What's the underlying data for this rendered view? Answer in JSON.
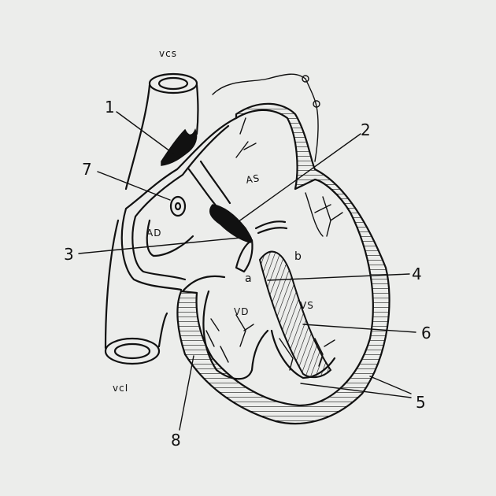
{
  "labels": {
    "vcs": "vcs",
    "vci": "vcI",
    "as": "AS",
    "ad": "AD",
    "vd": "VD",
    "vs": "VS",
    "a": "a",
    "b": "b"
  },
  "callouts": [
    "1",
    "2",
    "3",
    "4",
    "5",
    "6",
    "7",
    "8"
  ],
  "colors": {
    "background": "#ecedeb",
    "ink": "#111111"
  }
}
